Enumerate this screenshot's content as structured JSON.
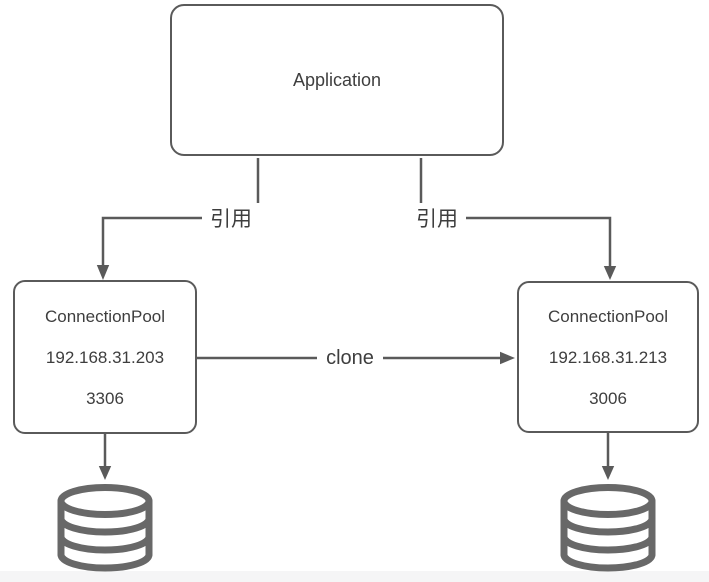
{
  "diagram": {
    "application": {
      "label": "Application"
    },
    "left_pool": {
      "title": "ConnectionPool",
      "ip": "192.168.31.203",
      "port": "3306"
    },
    "right_pool": {
      "title": "ConnectionPool",
      "ip": "192.168.31.213",
      "port": "3006"
    },
    "edges": {
      "left_ref": {
        "label": "引用"
      },
      "right_ref": {
        "label": "引用"
      },
      "clone": {
        "label": "clone"
      }
    },
    "icons": {
      "left_database": "database-icon",
      "right_database": "database-icon"
    },
    "colors": {
      "stroke": "#5a5a5a",
      "database_stroke": "#686868",
      "text": "#3e3e3e",
      "background": "#ffffff",
      "bottom_strip": "#f5f5f6"
    }
  }
}
